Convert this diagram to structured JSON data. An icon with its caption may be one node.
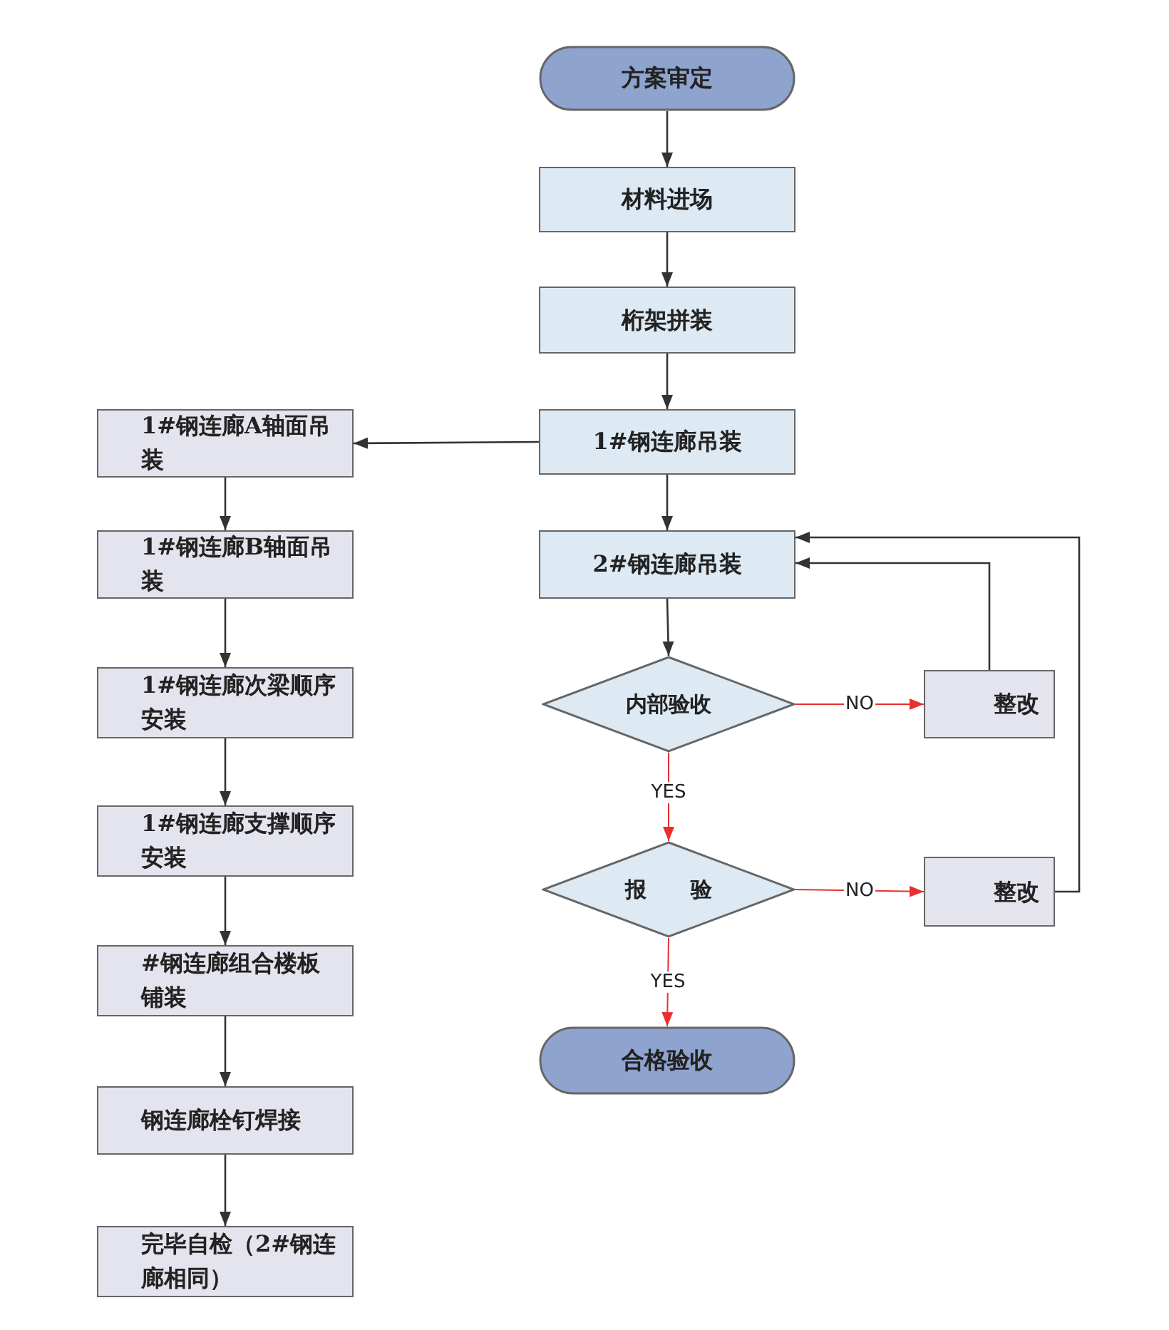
{
  "diagram": {
    "nodes": [
      {
        "text": [
          "方案审定"
        ]
      },
      {
        "text": [
          "材料进场"
        ]
      },
      {
        "text": [
          "桁架拼装"
        ]
      },
      {
        "text": [
          "1#钢连廊吊装"
        ]
      },
      {
        "text": [
          "2#钢连廊吊装"
        ]
      },
      {
        "text": [
          "内部验收"
        ]
      },
      {
        "text": [
          "整改"
        ]
      },
      {
        "text": [
          "报 验"
        ]
      },
      {
        "text": [
          "整改"
        ]
      },
      {
        "text": [
          "合格验收"
        ]
      },
      {
        "text": [
          "1#钢连廊A轴面吊装"
        ]
      },
      {
        "text": [
          "1#钢连廊B轴面吊装"
        ]
      },
      {
        "text": [
          "1#钢连廊次梁顺序安装"
        ]
      },
      {
        "text": [
          "1#钢连廊支撑顺序安装"
        ]
      },
      {
        "text": [
          "#钢连廊组合楼板铺装"
        ]
      },
      {
        "text": [
          "钢连廊栓钉焊接"
        ]
      },
      {
        "text": [
          "完毕自检（2#钢连廊相同）"
        ]
      }
    ],
    "edges": [
      {
        "from": 0,
        "to": 1,
        "arrow": "to"
      },
      {
        "from": 1,
        "to": 2,
        "arrow": "to"
      },
      {
        "from": 2,
        "to": 3,
        "arrow": "to"
      },
      {
        "from": 3,
        "to": 4,
        "arrow": "to"
      },
      {
        "from": 3,
        "to": 10,
        "arrow": "to"
      },
      {
        "from": 4,
        "to": 5,
        "arrow": "to"
      },
      {
        "from": 5,
        "to": 6,
        "arrow": "to",
        "label": "NO",
        "color": "#e83030"
      },
      {
        "from": 5,
        "to": 7,
        "arrow": "to",
        "label": "YES",
        "color": "#e83030"
      },
      {
        "from": 6,
        "to": 4,
        "arrow": "to"
      },
      {
        "from": 7,
        "to": 8,
        "arrow": "to",
        "label": "NO",
        "color": "#e83030"
      },
      {
        "from": 7,
        "to": 9,
        "arrow": "to",
        "label": "YES",
        "color": "#e83030"
      },
      {
        "from": 8,
        "to": 4,
        "arrow": "to"
      },
      {
        "from": 10,
        "to": 11,
        "arrow": "to"
      },
      {
        "from": 11,
        "to": 12,
        "arrow": "to"
      },
      {
        "from": 12,
        "to": 13,
        "arrow": "to"
      },
      {
        "from": 13,
        "to": 14,
        "arrow": "to"
      },
      {
        "from": 14,
        "to": 15,
        "arrow": "to"
      },
      {
        "from": 15,
        "to": 16,
        "arrow": "to"
      }
    ]
  }
}
